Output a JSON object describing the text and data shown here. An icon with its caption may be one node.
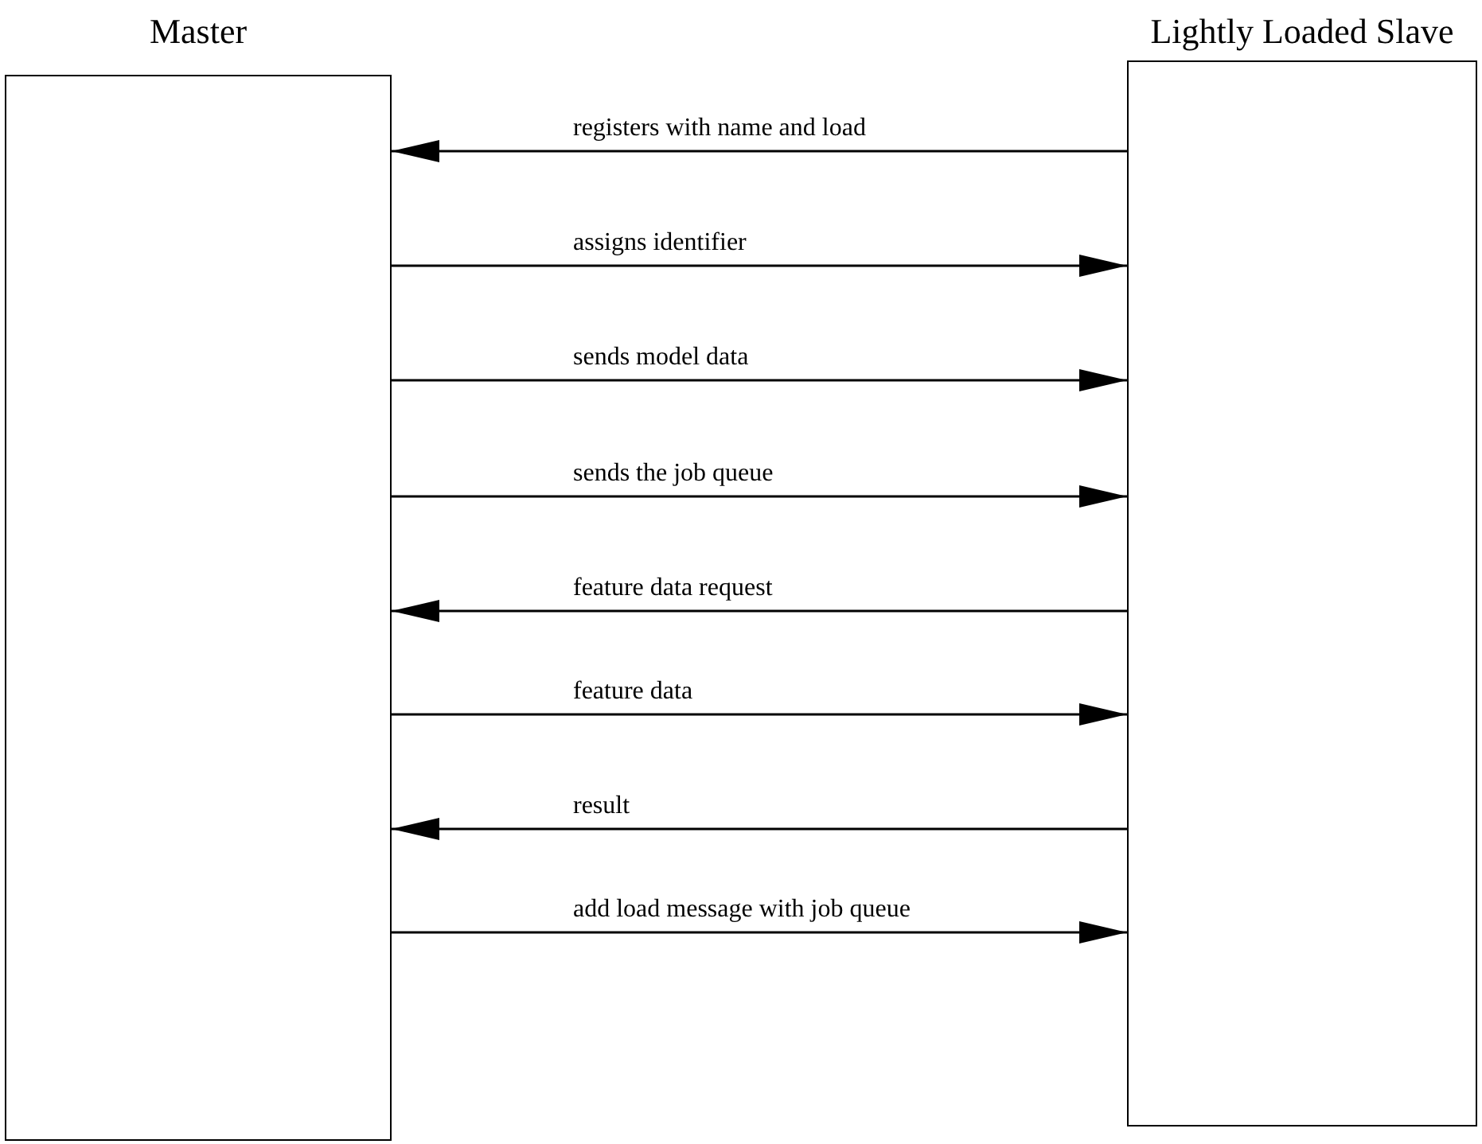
{
  "diagram": {
    "nodes": [
      {
        "text": [
          "Master"
        ]
      },
      {
        "text": [
          "Lightly Loaded Slave"
        ]
      }
    ],
    "edges": [
      {
        "from": 1,
        "to": 0,
        "arrow": "to",
        "label": "registers with name and load"
      },
      {
        "from": 0,
        "to": 1,
        "arrow": "to",
        "label": "assigns identifier"
      },
      {
        "from": 0,
        "to": 1,
        "arrow": "to",
        "label": "sends model data"
      },
      {
        "from": 0,
        "to": 1,
        "arrow": "to",
        "label": "sends the job queue"
      },
      {
        "from": 1,
        "to": 0,
        "arrow": "to",
        "label": "feature data request"
      },
      {
        "from": 0,
        "to": 1,
        "arrow": "to",
        "label": "feature data"
      },
      {
        "from": 1,
        "to": 0,
        "arrow": "to",
        "label": "result"
      },
      {
        "from": 0,
        "to": 1,
        "arrow": "to",
        "label": "add load message with job queue"
      }
    ]
  }
}
